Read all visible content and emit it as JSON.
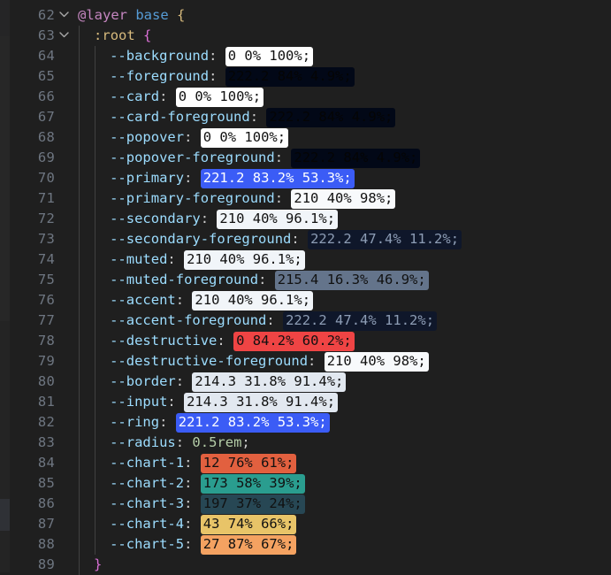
{
  "editor": {
    "background": "#1f1f1f",
    "line_number_color": "#6e7681",
    "first_line": 62,
    "gutter_icons": {
      "fold_open": "chevron-down-icon"
    }
  },
  "lines": [
    {
      "number": "62",
      "fold": "chevron-down-icon",
      "indent": 0,
      "tokens": [
        {
          "text": "@layer",
          "cls": "t-atrule"
        },
        {
          "text": " ",
          "cls": "t-punct"
        },
        {
          "text": "base",
          "cls": "t-atname"
        },
        {
          "text": " ",
          "cls": "t-punct"
        },
        {
          "text": "{",
          "cls": "t-brace-y"
        }
      ]
    },
    {
      "number": "63",
      "fold": "chevron-down-icon",
      "indent": 1,
      "tokens": [
        {
          "text": ":root",
          "cls": "t-selector"
        },
        {
          "text": " ",
          "cls": "t-punct"
        },
        {
          "text": "{",
          "cls": "t-brace-p"
        }
      ]
    },
    {
      "number": "64",
      "fold": "",
      "indent": 2,
      "tokens": [
        {
          "text": "--background",
          "cls": "t-prop"
        },
        {
          "text": ": ",
          "cls": "t-punct"
        }
      ],
      "swatch": {
        "text": "0 0% 100%;",
        "bg": "#ffffff",
        "fg": "#111111"
      }
    },
    {
      "number": "65",
      "fold": "",
      "indent": 2,
      "tokens": [
        {
          "text": "--foreground",
          "cls": "t-prop"
        },
        {
          "text": ": ",
          "cls": "t-punct"
        }
      ],
      "swatch": {
        "text": "222.2 84% 4.9%;",
        "bg": "#020817",
        "fg": "#050505"
      }
    },
    {
      "number": "66",
      "fold": "",
      "indent": 2,
      "tokens": [
        {
          "text": "--card",
          "cls": "t-prop"
        },
        {
          "text": ": ",
          "cls": "t-punct"
        }
      ],
      "swatch": {
        "text": "0 0% 100%;",
        "bg": "#ffffff",
        "fg": "#111111"
      }
    },
    {
      "number": "67",
      "fold": "",
      "indent": 2,
      "tokens": [
        {
          "text": "--card-foreground",
          "cls": "t-prop"
        },
        {
          "text": ": ",
          "cls": "t-punct"
        }
      ],
      "swatch": {
        "text": "222.2 84% 4.9%;",
        "bg": "#020817",
        "fg": "#050505"
      }
    },
    {
      "number": "68",
      "fold": "",
      "indent": 2,
      "tokens": [
        {
          "text": "--popover",
          "cls": "t-prop"
        },
        {
          "text": ": ",
          "cls": "t-punct"
        }
      ],
      "swatch": {
        "text": "0 0% 100%;",
        "bg": "#ffffff",
        "fg": "#111111"
      }
    },
    {
      "number": "69",
      "fold": "",
      "indent": 2,
      "tokens": [
        {
          "text": "--popover-foreground",
          "cls": "t-prop"
        },
        {
          "text": ": ",
          "cls": "t-punct"
        }
      ],
      "swatch": {
        "text": "222.2 84% 4.9%;",
        "bg": "#020817",
        "fg": "#050505"
      }
    },
    {
      "number": "70",
      "fold": "",
      "indent": 2,
      "tokens": [
        {
          "text": "--primary",
          "cls": "t-prop"
        },
        {
          "text": ": ",
          "cls": "t-punct"
        }
      ],
      "swatch": {
        "text": "221.2 83.2% 53.3%;",
        "bg": "#3b5cf6",
        "fg": "#ffffff"
      }
    },
    {
      "number": "71",
      "fold": "",
      "indent": 2,
      "tokens": [
        {
          "text": "--primary-foreground",
          "cls": "t-prop"
        },
        {
          "text": ": ",
          "cls": "t-punct"
        }
      ],
      "swatch": {
        "text": "210 40% 98%;",
        "bg": "#f8fafc",
        "fg": "#111111"
      }
    },
    {
      "number": "72",
      "fold": "",
      "indent": 2,
      "tokens": [
        {
          "text": "--secondary",
          "cls": "t-prop"
        },
        {
          "text": ": ",
          "cls": "t-punct"
        }
      ],
      "swatch": {
        "text": "210 40% 96.1%;",
        "bg": "#f1f5f9",
        "fg": "#111111"
      }
    },
    {
      "number": "73",
      "fold": "",
      "indent": 2,
      "tokens": [
        {
          "text": "--secondary-foreground",
          "cls": "t-prop"
        },
        {
          "text": ": ",
          "cls": "t-punct"
        }
      ],
      "swatch": {
        "text": "222.2 47.4% 11.2%;",
        "bg": "#0f172a",
        "fg": "#8d9db5"
      }
    },
    {
      "number": "74",
      "fold": "",
      "indent": 2,
      "tokens": [
        {
          "text": "--muted",
          "cls": "t-prop"
        },
        {
          "text": ": ",
          "cls": "t-punct"
        }
      ],
      "swatch": {
        "text": "210 40% 96.1%;",
        "bg": "#f1f5f9",
        "fg": "#111111"
      }
    },
    {
      "number": "75",
      "fold": "",
      "indent": 2,
      "tokens": [
        {
          "text": "--muted-foreground",
          "cls": "t-prop"
        },
        {
          "text": ": ",
          "cls": "t-punct"
        }
      ],
      "swatch": {
        "text": "215.4 16.3% 46.9%;",
        "bg": "#64748b",
        "fg": "#111111"
      }
    },
    {
      "number": "76",
      "fold": "",
      "indent": 2,
      "tokens": [
        {
          "text": "--accent",
          "cls": "t-prop"
        },
        {
          "text": ": ",
          "cls": "t-punct"
        }
      ],
      "swatch": {
        "text": "210 40% 96.1%;",
        "bg": "#f1f5f9",
        "fg": "#111111"
      }
    },
    {
      "number": "77",
      "fold": "",
      "indent": 2,
      "tokens": [
        {
          "text": "--accent-foreground",
          "cls": "t-prop"
        },
        {
          "text": ": ",
          "cls": "t-punct"
        }
      ],
      "swatch": {
        "text": "222.2 47.4% 11.2%;",
        "bg": "#0f172a",
        "fg": "#8d9db5"
      }
    },
    {
      "number": "78",
      "fold": "",
      "indent": 2,
      "tokens": [
        {
          "text": "--destructive",
          "cls": "t-prop"
        },
        {
          "text": ": ",
          "cls": "t-punct"
        }
      ],
      "swatch": {
        "text": "0 84.2% 60.2%;",
        "bg": "#ef4444",
        "fg": "#111111"
      }
    },
    {
      "number": "79",
      "fold": "",
      "indent": 2,
      "tokens": [
        {
          "text": "--destructive-foreground",
          "cls": "t-prop"
        },
        {
          "text": ": ",
          "cls": "t-punct"
        }
      ],
      "swatch": {
        "text": "210 40% 98%;",
        "bg": "#f8fafc",
        "fg": "#111111"
      }
    },
    {
      "number": "80",
      "fold": "",
      "indent": 2,
      "tokens": [
        {
          "text": "--border",
          "cls": "t-prop"
        },
        {
          "text": ": ",
          "cls": "t-punct"
        }
      ],
      "swatch": {
        "text": "214.3 31.8% 91.4%;",
        "bg": "#e2e8f0",
        "fg": "#111111"
      }
    },
    {
      "number": "81",
      "fold": "",
      "indent": 2,
      "tokens": [
        {
          "text": "--input",
          "cls": "t-prop"
        },
        {
          "text": ": ",
          "cls": "t-punct"
        }
      ],
      "swatch": {
        "text": "214.3 31.8% 91.4%;",
        "bg": "#e2e8f0",
        "fg": "#111111"
      }
    },
    {
      "number": "82",
      "fold": "",
      "indent": 2,
      "tokens": [
        {
          "text": "--ring",
          "cls": "t-prop"
        },
        {
          "text": ": ",
          "cls": "t-punct"
        }
      ],
      "swatch": {
        "text": "221.2 83.2% 53.3%;",
        "bg": "#3b5cf6",
        "fg": "#ffffff"
      }
    },
    {
      "number": "83",
      "fold": "",
      "indent": 2,
      "tokens": [
        {
          "text": "--radius",
          "cls": "t-prop"
        },
        {
          "text": ": ",
          "cls": "t-punct"
        },
        {
          "text": "0.5rem",
          "cls": "t-number"
        },
        {
          "text": ";",
          "cls": "t-punct"
        }
      ]
    },
    {
      "number": "84",
      "fold": "",
      "indent": 2,
      "tokens": [
        {
          "text": "--chart-1",
          "cls": "t-prop"
        },
        {
          "text": ": ",
          "cls": "t-punct"
        }
      ],
      "swatch": {
        "text": "12 76% 61%;",
        "bg": "#e2603f",
        "fg": "#111111"
      }
    },
    {
      "number": "85",
      "fold": "",
      "indent": 2,
      "tokens": [
        {
          "text": "--chart-2",
          "cls": "t-prop"
        },
        {
          "text": ": ",
          "cls": "t-punct"
        }
      ],
      "swatch": {
        "text": "173 58% 39%;",
        "bg": "#2a9d8f",
        "fg": "#111111"
      }
    },
    {
      "number": "86",
      "fold": "",
      "indent": 2,
      "tokens": [
        {
          "text": "--chart-3",
          "cls": "t-prop"
        },
        {
          "text": ": ",
          "cls": "t-punct"
        }
      ],
      "swatch": {
        "text": "197 37% 24%;",
        "bg": "#274754",
        "fg": "#111111"
      }
    },
    {
      "number": "87",
      "fold": "",
      "indent": 2,
      "tokens": [
        {
          "text": "--chart-4",
          "cls": "t-prop"
        },
        {
          "text": ": ",
          "cls": "t-punct"
        }
      ],
      "swatch": {
        "text": "43 74% 66%;",
        "bg": "#e8c468",
        "fg": "#111111"
      }
    },
    {
      "number": "88",
      "fold": "",
      "indent": 2,
      "tokens": [
        {
          "text": "--chart-5",
          "cls": "t-prop"
        },
        {
          "text": ": ",
          "cls": "t-punct"
        }
      ],
      "swatch": {
        "text": "27 87% 67%;",
        "bg": "#f4a261",
        "fg": "#111111"
      }
    },
    {
      "number": "89",
      "fold": "",
      "indent": 1,
      "tokens": [
        {
          "text": "}",
          "cls": "t-brace-p"
        }
      ]
    }
  ]
}
